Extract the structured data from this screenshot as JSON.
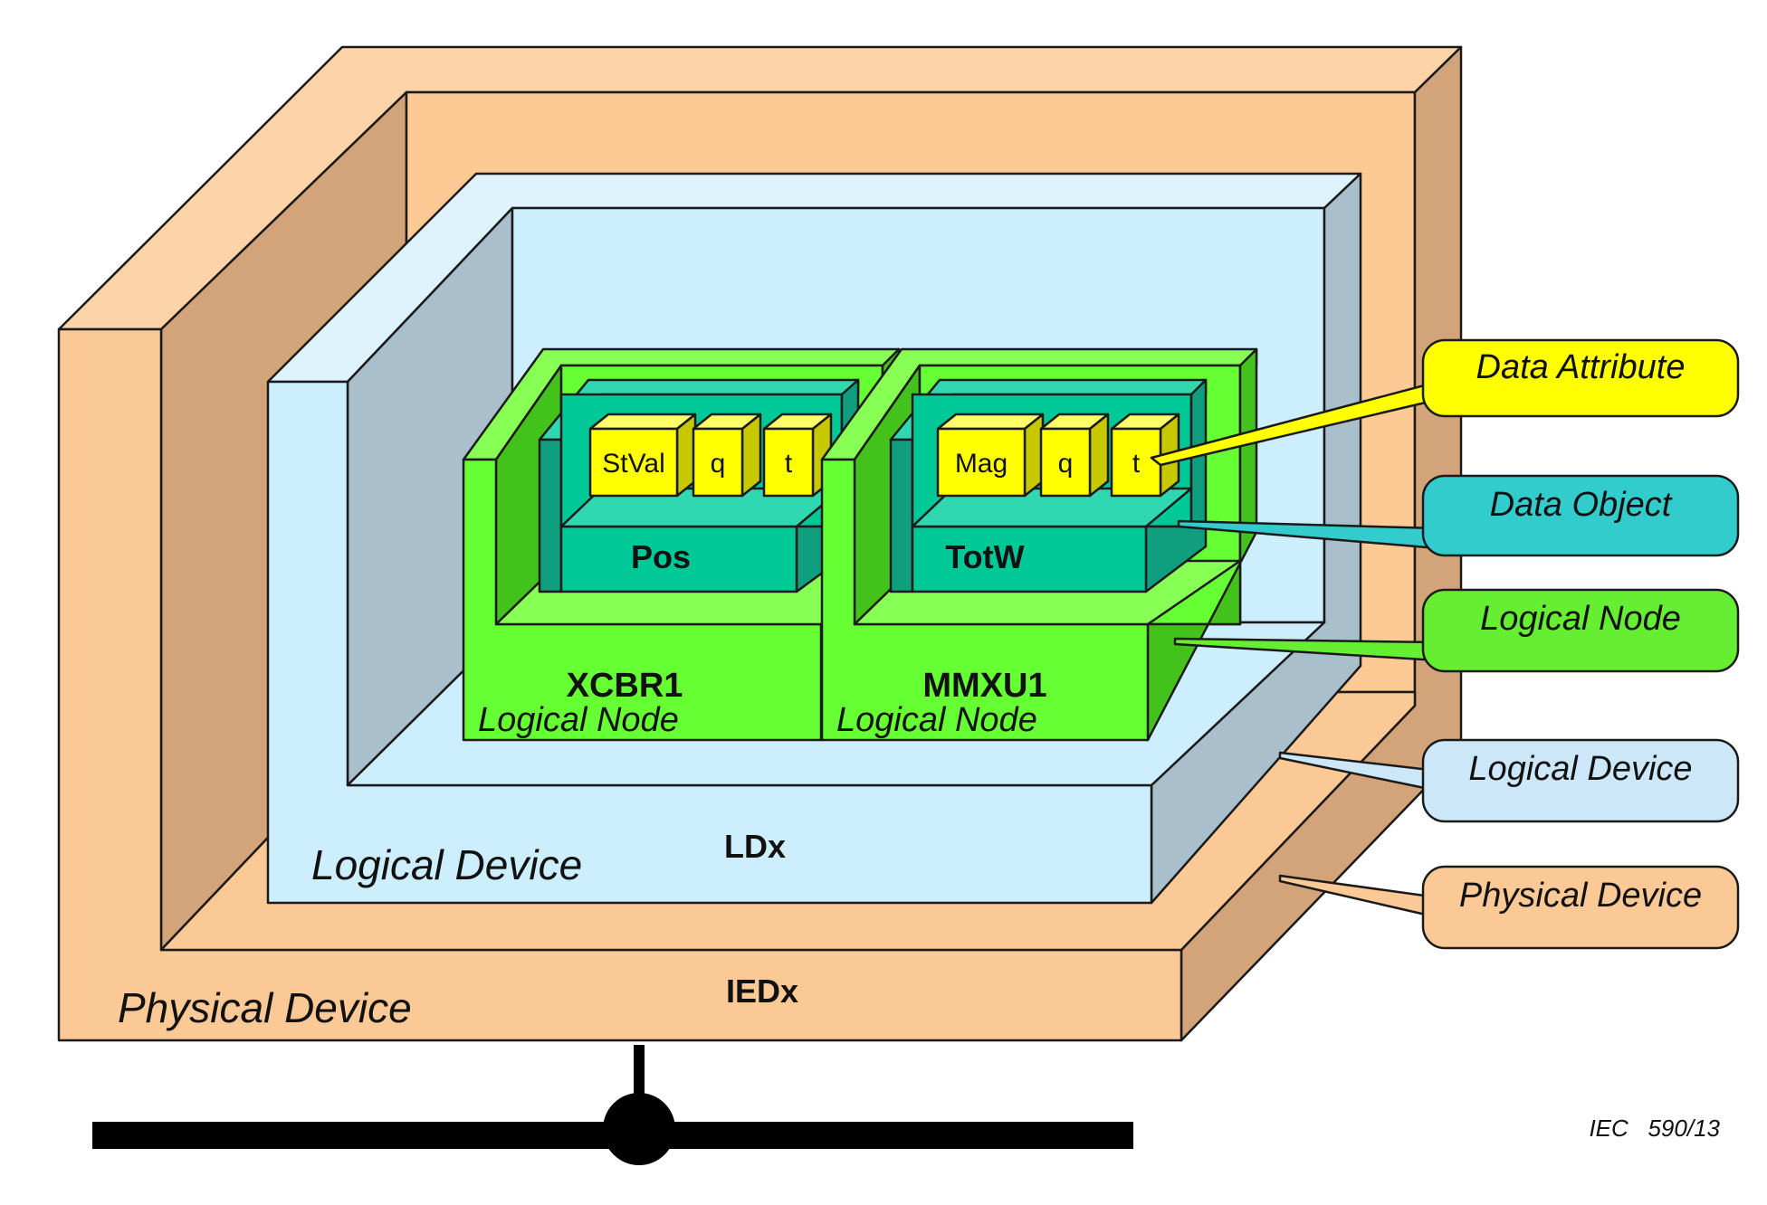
{
  "diagram": {
    "physical_device": {
      "name": "IEDx",
      "label": "Physical Device"
    },
    "logical_device": {
      "name": "LDx",
      "label": "Logical Device"
    },
    "logical_nodes": [
      {
        "name": "XCBR1",
        "label": "Logical Node",
        "data_object": "Pos",
        "attributes": [
          "StVal",
          "q",
          "t"
        ]
      },
      {
        "name": "MMXU1",
        "label": "Logical Node",
        "data_object": "TotW",
        "attributes": [
          "Mag",
          "q",
          "t"
        ]
      }
    ],
    "legend": [
      {
        "label": "Data Attribute",
        "color": "#ffff00"
      },
      {
        "label": "Data Object",
        "color": "#33cccc"
      },
      {
        "label": "Logical Node",
        "color": "#66ee33"
      },
      {
        "label": "Logical Device",
        "color": "#cce8f8"
      },
      {
        "label": "Physical Device",
        "color": "#fbc995"
      }
    ],
    "figure_id": "IEC   590/13"
  },
  "colors": {
    "physical_front": "#fbc995",
    "physical_dark": "#d3a47a",
    "logical_device_front": "#cdeefd",
    "logical_device_dark": "#a9bfcc",
    "node_front": "#66ff33",
    "node_dark": "#44c21c",
    "object_front": "#00c896",
    "object_dark": "#0f9e7e",
    "attribute_front": "#ffff00",
    "attribute_dark": "#c8c800",
    "bus": "#000000"
  }
}
